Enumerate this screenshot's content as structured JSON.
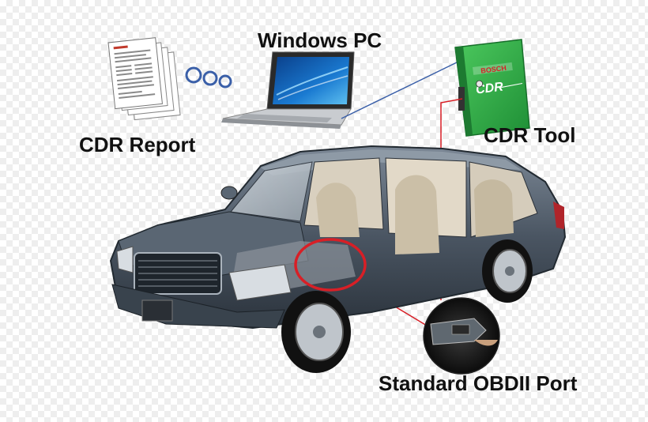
{
  "labels": {
    "windows_pc": "Windows PC",
    "cdr_report": "CDR Report",
    "cdr_tool": "CDR Tool",
    "obd_port": "Standard OBDII Port"
  },
  "device_branding": {
    "brand": "BOSCH",
    "model": "CDR"
  },
  "colors": {
    "device_green": "#2fb34a",
    "highlight_red": "#d81f26",
    "cable_blue": "#3a5fa8",
    "car_body": "#3f4a56"
  },
  "icons": [
    "document-stack-icon",
    "laptop-icon",
    "cdr-device-icon",
    "car-cutaway-icon",
    "obd-connector-icon",
    "transfer-dots-icon"
  ]
}
